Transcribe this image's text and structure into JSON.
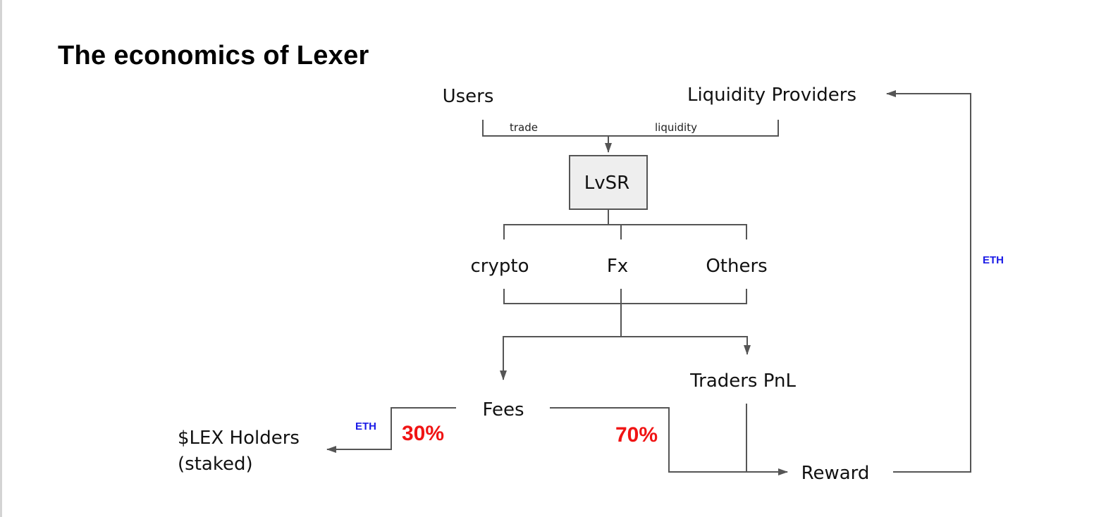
{
  "title": "The economics of Lexer",
  "nodes": {
    "users": "Users",
    "liquidity_providers": "Liquidity Providers",
    "lvsr": "LvSR",
    "crypto": "crypto",
    "fx": "Fx",
    "others": "Others",
    "fees": "Fees",
    "traders_pnl": "Traders PnL",
    "lex_holders_line1": "$LEX Holders",
    "lex_holders_line2": "(staked)",
    "reward": "Reward"
  },
  "edge_labels": {
    "trade": "trade",
    "liquidity": "liquidity",
    "eth_to_holders": "ETH",
    "eth_to_lp": "ETH",
    "holders_share": "30%",
    "reward_share": "70%"
  },
  "colors": {
    "eth": "#1a1ae6",
    "percent": "#f01414",
    "box_fill": "#eeeeee",
    "line": "#555555"
  }
}
